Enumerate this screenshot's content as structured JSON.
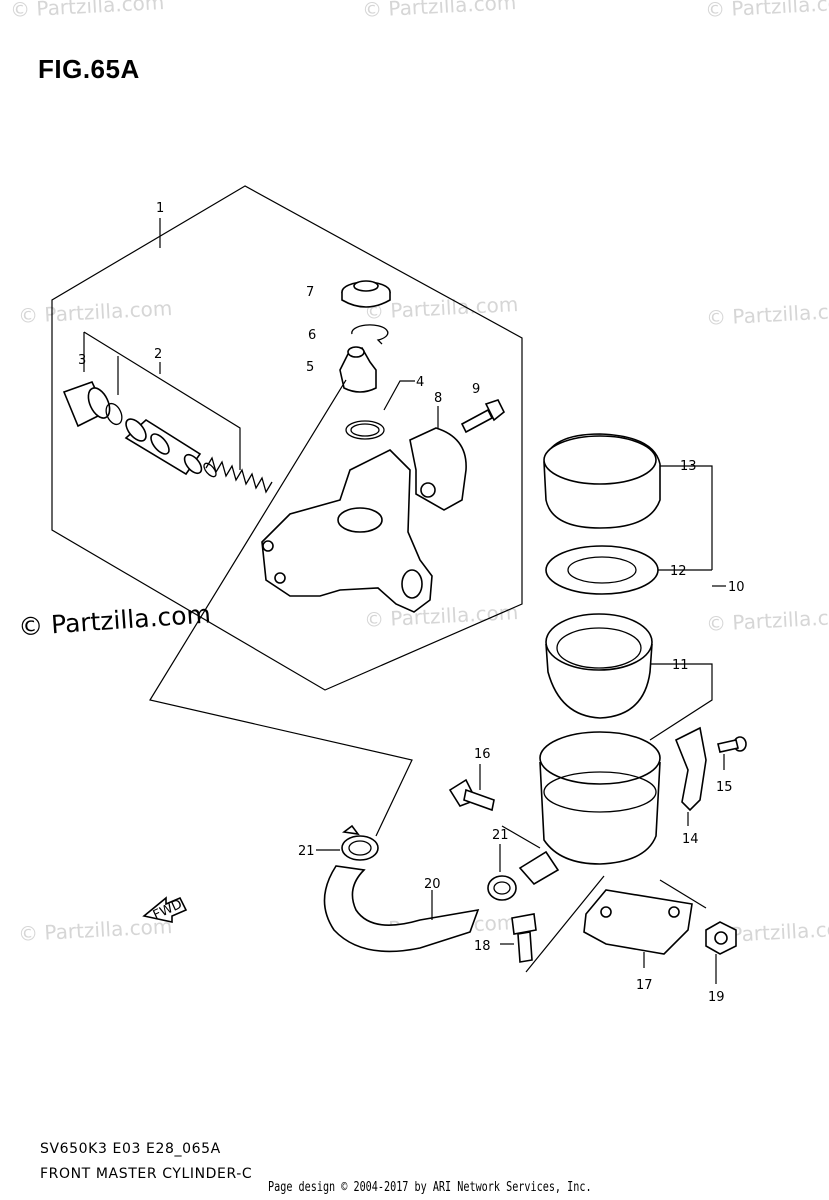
{
  "figure": {
    "title": "FIG.65A",
    "model_code": "SV650K3 E03 E28_065A",
    "subtitle": "FRONT MASTER CYLINDER-C",
    "page_credit": "Page design © 2004-2017 by ARI Network Services, Inc."
  },
  "watermark": {
    "text": "© Partzilla.com",
    "main_text": "© Partzilla.com"
  },
  "parts": [
    {
      "label": "1"
    },
    {
      "label": "2"
    },
    {
      "label": "3"
    },
    {
      "label": "4"
    },
    {
      "label": "5"
    },
    {
      "label": "6"
    },
    {
      "label": "7"
    },
    {
      "label": "8"
    },
    {
      "label": "9"
    },
    {
      "label": "10"
    },
    {
      "label": "11"
    },
    {
      "label": "12"
    },
    {
      "label": "13"
    },
    {
      "label": "14"
    },
    {
      "label": "15"
    },
    {
      "label": "16"
    },
    {
      "label": "17"
    },
    {
      "label": "18"
    },
    {
      "label": "19"
    },
    {
      "label": "20"
    },
    {
      "label": "21"
    },
    {
      "label": "21"
    }
  ],
  "fwd_arrow": {
    "label": "FWD"
  }
}
